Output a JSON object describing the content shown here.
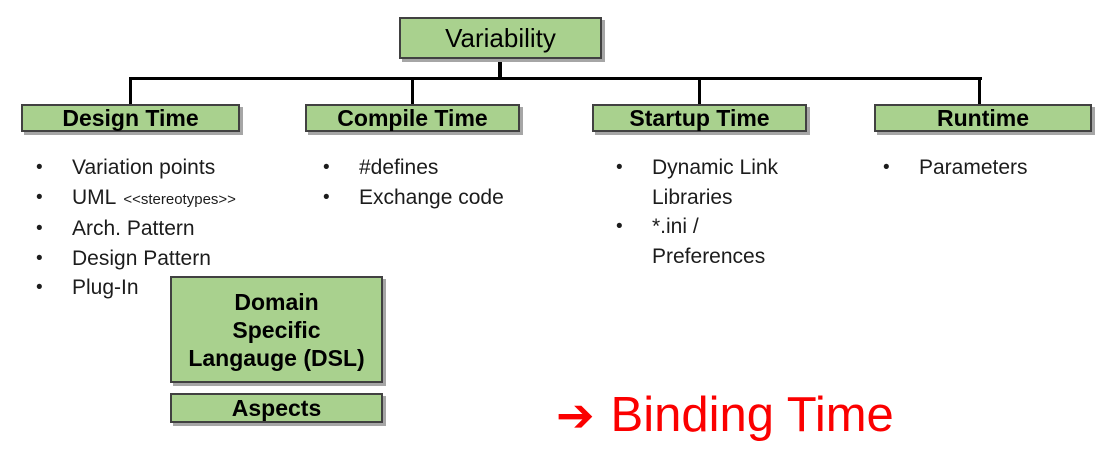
{
  "root_box": {
    "label": "Variability"
  },
  "bullet": "•",
  "branches": [
    {
      "header": "Design Time",
      "items": [
        {
          "text": "Variation points"
        },
        {
          "text": "UML",
          "suffix": "<<stereotypes>>"
        },
        {
          "text": "Arch. Pattern"
        },
        {
          "text": "Design Pattern"
        },
        {
          "text": "Plug-In"
        }
      ]
    },
    {
      "header": "Compile Time",
      "items": [
        {
          "text": "#defines"
        },
        {
          "text": "Exchange code"
        }
      ]
    },
    {
      "header": "Startup Time",
      "items": [
        {
          "text": "Dynamic Link Libraries"
        },
        {
          "text": "*.ini / Preferences"
        }
      ]
    },
    {
      "header": "Runtime",
      "items": [
        {
          "text": "Parameters"
        }
      ]
    }
  ],
  "design_sub_boxes": [
    {
      "label": "Domain\nSpecific\nLangauge (DSL)"
    },
    {
      "label": "Aspects"
    }
  ],
  "annotation": {
    "arrow_icon": "➔",
    "label": "Binding Time",
    "color": "#fb0000"
  },
  "style": {
    "box_fill": "#a9d18e",
    "box_border": "#414141",
    "connector_color": "#000000"
  }
}
